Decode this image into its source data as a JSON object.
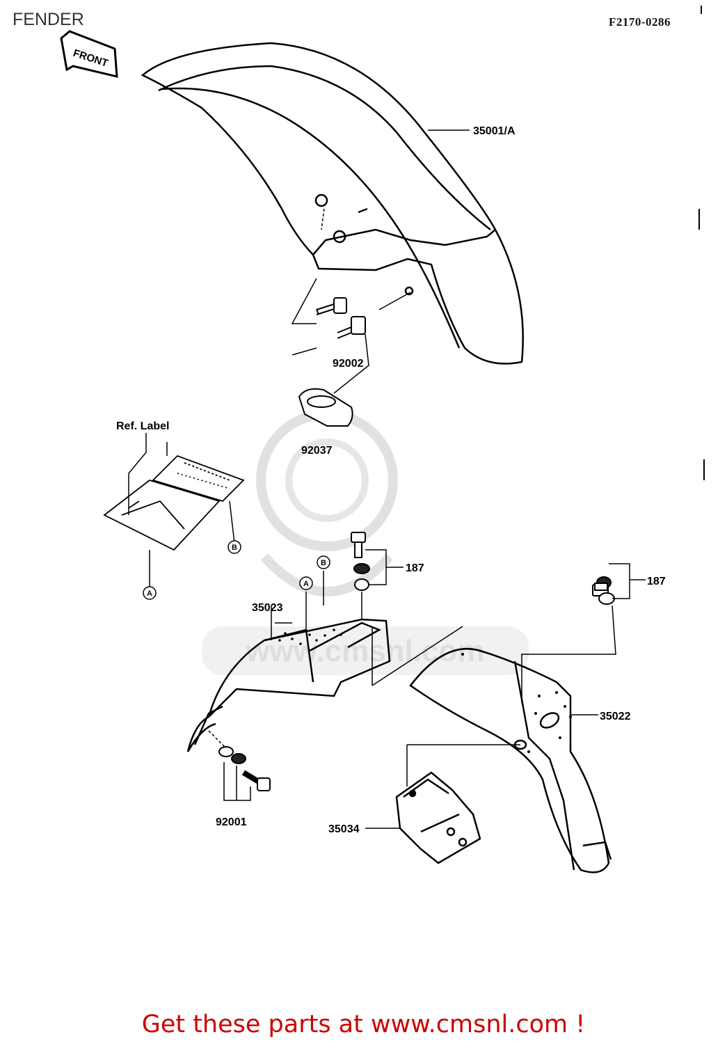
{
  "title": "FENDER",
  "diagram_code": "F2170-0286",
  "watermark": {
    "text": "www.cmsnl.com",
    "color": "#d9d9d9"
  },
  "footer": {
    "text": "Get these parts at www.cmsnl.com !",
    "color": "#cc0000"
  },
  "labels": {
    "front_arrow": "FRONT",
    "ref_label": "Ref. Label",
    "part_35001A": "35001/A",
    "part_92002": "92002",
    "part_92037": "92037",
    "part_187_left": "187",
    "part_187_right": "187",
    "part_35023": "35023",
    "part_35022": "35022",
    "part_92001": "92001",
    "part_35034": "35034",
    "ref_a_top": "A",
    "ref_b_top": "B",
    "ref_a_label": "A",
    "ref_b_label": "B"
  }
}
